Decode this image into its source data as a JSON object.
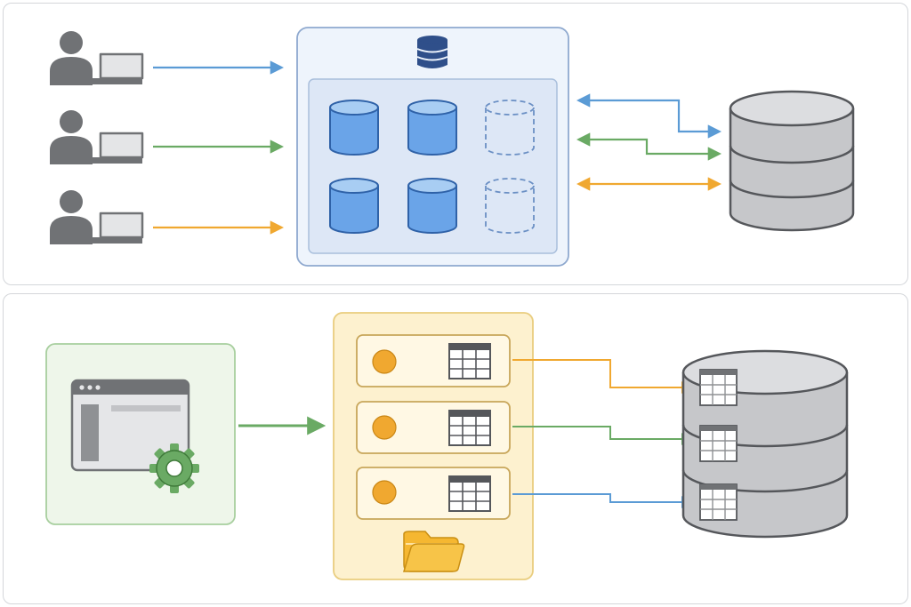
{
  "colors": {
    "blue": "#5b9bd5",
    "green": "#6aaa64",
    "orange": "#f0a830",
    "gray_icon": "#707275",
    "container_blue_bg": "#eef4fc",
    "container_blue_border": "#8fa9cf",
    "shard_blue": "#6aa4e8",
    "db_gray": "#c6c7ca",
    "app_panel_bg": "#eef6ea",
    "app_panel_border": "#a8cf9f",
    "queue_bg": "#fdf1cf",
    "queue_border": "#e9cd7f",
    "gear_green": "#6aaa64",
    "folder_yellow": "#f5b731"
  },
  "top_section": {
    "clients": [
      {
        "icon": "user-laptop-icon",
        "arrow_color": "blue"
      },
      {
        "icon": "user-laptop-icon",
        "arrow_color": "green"
      },
      {
        "icon": "user-laptop-icon",
        "arrow_color": "orange"
      }
    ],
    "cluster": {
      "header_icon": "database-stack-icon",
      "shards_active": 4,
      "shards_placeholder": 2
    },
    "sync_links": [
      "blue",
      "green",
      "orange"
    ],
    "storage_icon": "database-icon"
  },
  "bottom_section": {
    "app_icon": "app-window-gear-icon",
    "queue_items": [
      {
        "status_icon": "status-dot-icon",
        "table_icon": "table-icon",
        "link_color": "orange"
      },
      {
        "status_icon": "status-dot-icon",
        "table_icon": "table-icon",
        "link_color": "green"
      },
      {
        "status_icon": "status-dot-icon",
        "table_icon": "table-icon",
        "link_color": "blue"
      }
    ],
    "folder_icon": "folder-icon",
    "target_icon": "database-tables-icon"
  }
}
